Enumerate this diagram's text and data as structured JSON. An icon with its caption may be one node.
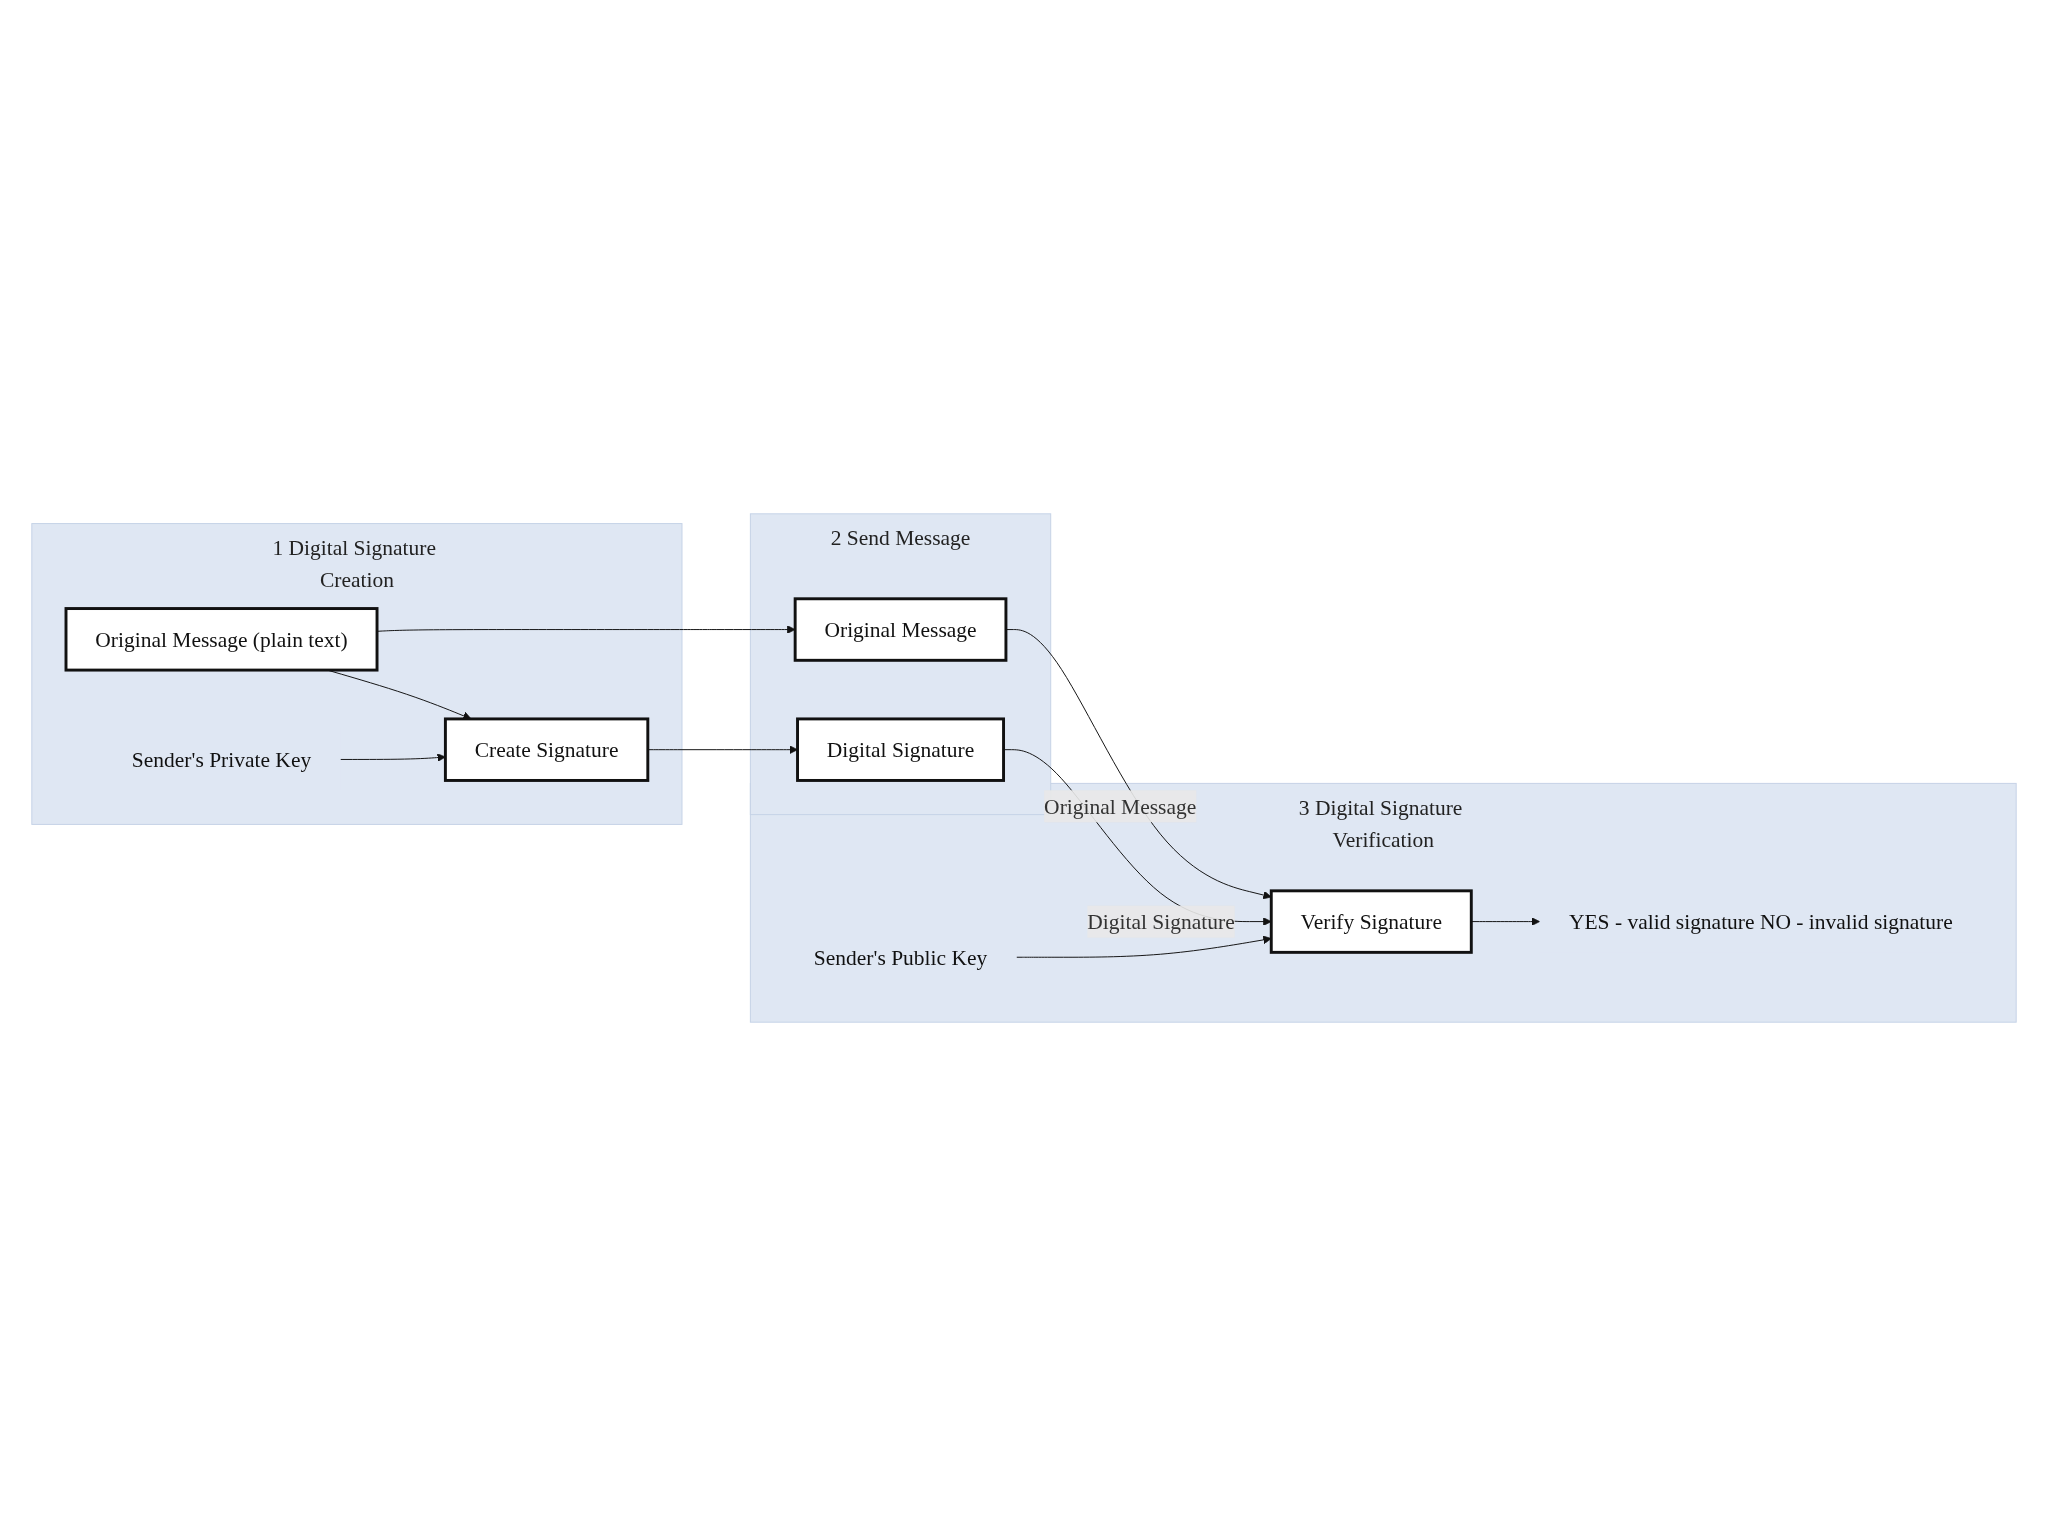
{
  "diagram": {
    "nodes": [
      {
        "text": [
          "1",
          "Digital Signature Creation"
        ]
      },
      {
        "text": [
          "2",
          "Send Message"
        ]
      },
      {
        "text": [
          "3",
          "Digital Signature Verification"
        ]
      },
      {
        "text": [
          "Original Message (plain text)"
        ],
        "in": 0
      },
      {
        "text": [
          "Create Signature"
        ],
        "in": 0
      },
      {
        "text": [
          "Sender's Private Key"
        ],
        "in": 0
      },
      {
        "text": [
          "Original Message"
        ],
        "in": 1
      },
      {
        "text": [
          "Digital Signature"
        ],
        "in": 1
      },
      {
        "text": [
          "Verify Signature"
        ],
        "in": 2
      },
      {
        "text": [
          "Sender's Public Key"
        ],
        "in": 2
      },
      {
        "text": [
          "YES - valid signature NO - invalid signature"
        ],
        "in": 2
      }
    ],
    "edges": [
      {
        "from": 3,
        "to": 6,
        "arrow": "to"
      },
      {
        "from": 3,
        "to": 4,
        "arrow": "to"
      },
      {
        "from": 5,
        "to": 4,
        "arrow": "to"
      },
      {
        "from": 4,
        "to": 7,
        "arrow": "to"
      },
      {
        "from": 6,
        "to": 8,
        "arrow": "to",
        "label": "Original Message"
      },
      {
        "from": 7,
        "to": 8,
        "arrow": "to",
        "label": "Digital Signature"
      },
      {
        "from": 9,
        "to": 8,
        "arrow": "to"
      },
      {
        "from": 8,
        "to": 10,
        "arrow": "to"
      }
    ]
  }
}
